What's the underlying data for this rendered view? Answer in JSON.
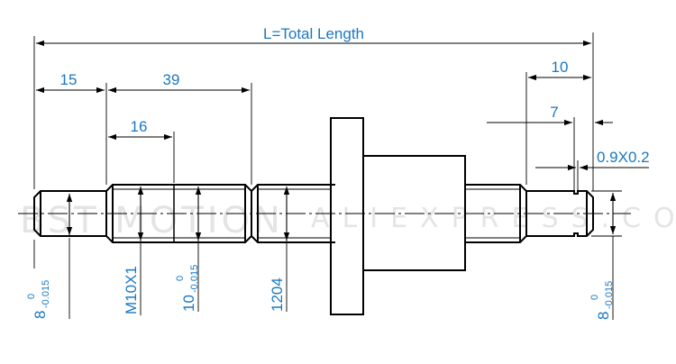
{
  "dimensions": {
    "total_length": "L=Total Length",
    "end_length": "15",
    "thread_section": "39",
    "thread_length": "16",
    "right_end": "10",
    "right_step": "7",
    "groove": "0.9X0.2",
    "diam_left_tol_upper": "0",
    "diam_left": "8",
    "diam_left_tol_lower": "-0.015",
    "thread_spec": "M10X1",
    "diam_mid_tol_upper": "0",
    "diam_mid": "10",
    "diam_mid_tol_lower": "-0.015",
    "screw_spec": "1204",
    "diam_right_tol_upper": "0",
    "diam_right": "8",
    "diam_right_tol_lower": "-0.015"
  },
  "watermark": {
    "left": "BST MOTION",
    "right": "ALIEXPRESS.COM"
  },
  "colors": {
    "line": "#000000",
    "dimension": "#1a78c2"
  }
}
